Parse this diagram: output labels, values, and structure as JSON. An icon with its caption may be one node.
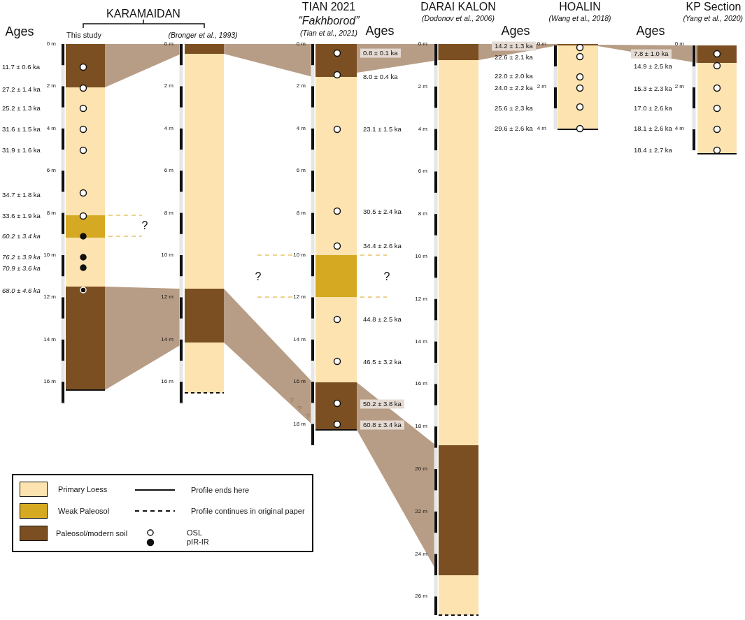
{
  "diagram": {
    "labels": [
      "KARAMAIDAN",
      "TIAN 2021",
      "DARAI KALON",
      "HOALIN",
      "KP Section",
      "“Fakhborod”",
      "(Dodonov et al., 2006)",
      "(Wang et al., 2018)",
      "(Yang et al., 2020)",
      "Ages",
      "This study",
      "(Bronger et al., 1993)",
      "(Tian et al., 2021)",
      "Ages",
      "Ages",
      "Ages",
      "0 m",
      "2 m",
      "4 m",
      "6 m",
      "8 m",
      "10 m",
      "12 m",
      "14 m",
      "16 m",
      "11.7 ± 0.6 ka",
      "27.2 ± 1.4 ka",
      "25.2 ± 1.3 ka",
      "31.6 ± 1.5 ka",
      "31.9 ± 1.6 ka",
      "34.7 ± 1.8 ka",
      "33.6 ± 1.9 ka",
      "60.2 ± 3.4 ka",
      "76.2 ± 3.9 ka",
      "70.9 ± 3.6 ka",
      "68.0 ± 4.6 ka",
      "?",
      "0 m",
      "2 m",
      "4 m",
      "6 m",
      "8 m",
      "10 m",
      "12 m",
      "14 m",
      "16 m",
      "0 m",
      "2 m",
      "4 m",
      "6 m",
      "8 m",
      "10 m",
      "12 m",
      "14 m",
      "16 m",
      "18 m",
      "0.8 ± 0.1 ka",
      "8.0 ± 0.4 ka",
      "23.1 ± 1.5 ka",
      "30.5 ± 2.4 ka",
      "34.4 ± 2.6 ka",
      "44.8 ± 2.5 ka",
      "46.5 ± 3.2 ka",
      "50.2 ± 3.8 ka",
      "60.8 ± 3.4 ka",
      "?",
      "?",
      "?",
      "?",
      "?",
      "0 m",
      "2 m",
      "4 m",
      "6 m",
      "8 m",
      "10 m",
      "12 m",
      "14 m",
      "16 m",
      "18 m",
      "20 m",
      "22 m",
      "24 m",
      "26 m",
      "0 m",
      "2 m",
      "4 m",
      "14.2 ± 1.3 ka",
      "22.6 ± 2.1 ka",
      "22.0 ± 2.0 ka",
      "24.0 ± 2.2 ka",
      "25.6 ± 2.3 ka",
      "29.6 ± 2.6 ka",
      "0 m",
      "2 m",
      "4 m",
      "7.8 ± 1.0 ka",
      "14.9 ± 2.5 ka",
      "15.3 ± 2.3 ka",
      "17.0 ± 2.6 ka",
      "18.1 ± 2.6 ka",
      "18.4 ± 2.7 ka"
    ],
    "legend": [
      {
        "text": "Primary Loess",
        "color": "#fce3b0"
      },
      {
        "text": "Profile ends here"
      },
      {
        "text": "Weak Paleosol",
        "color": "#d6a922"
      },
      {
        "text": "Profile continues in original paper"
      },
      {
        "text": "Paleosol/modern soil",
        "color": "#7b4f22"
      },
      {
        "text": "OSL"
      },
      {
        "text": "pIR-IR"
      }
    ]
  }
}
